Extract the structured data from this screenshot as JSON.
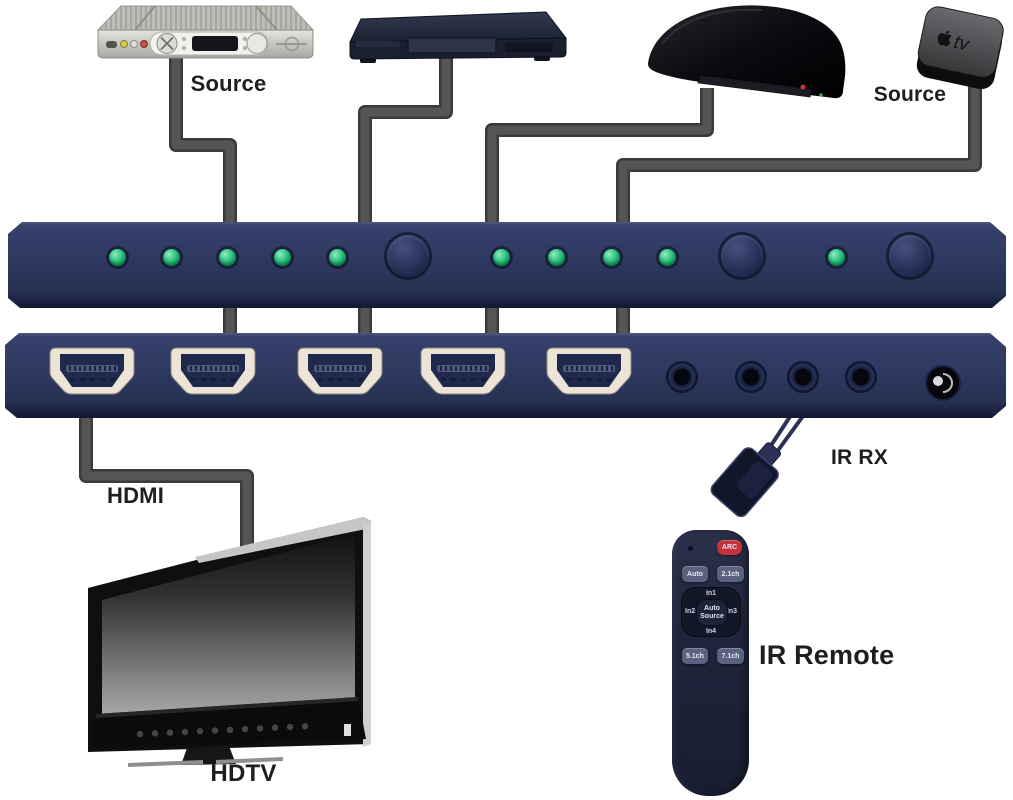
{
  "labels": {
    "source_left": "Source",
    "source_right": "Source",
    "hdmi": "HDMI",
    "hdtv": "HDTV",
    "ir_rx": "IR RX",
    "ir_remote": "IR Remote"
  },
  "apple_tv": {
    "logo_text": "tv"
  },
  "remote": {
    "buttons": {
      "arc": "ARC",
      "auto": "Auto",
      "ch21": "2.1ch",
      "in1": "In1",
      "in2": "In2",
      "in3": "In3",
      "in4": "In4",
      "auto_source": "Auto Source",
      "ch51": "5.1ch",
      "ch71": "7.1ch"
    }
  },
  "switch": {
    "front_panel": {
      "green_leds": 10,
      "push_buttons": 3
    },
    "rear_panel": {
      "hdmi_ports": 5,
      "audio_jacks": 4,
      "dc_power_jacks": 1
    }
  },
  "colors": {
    "panel_navy": "#2b3458",
    "cable_gray": "#4a4a4a",
    "led_green": "#1fb673",
    "arc_red": "#c3323a"
  }
}
